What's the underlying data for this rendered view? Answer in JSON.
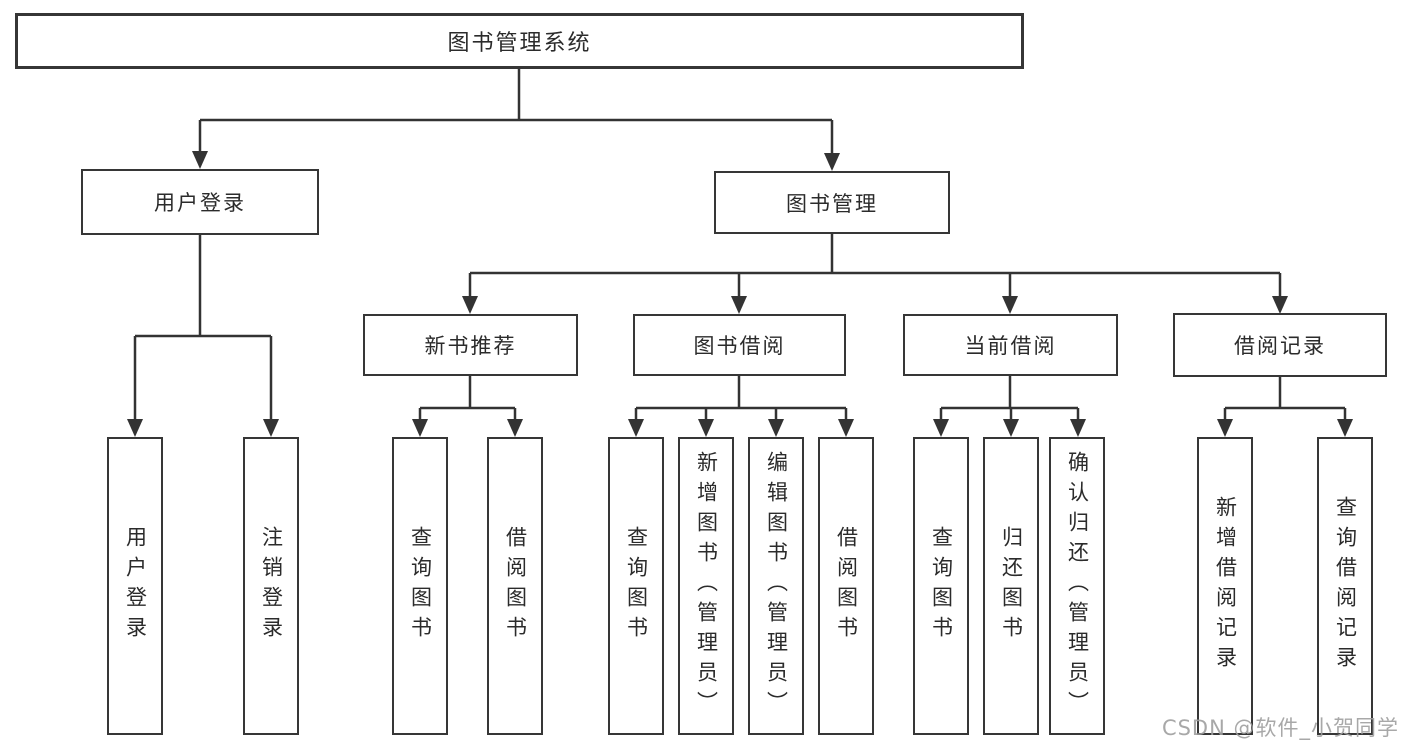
{
  "canvas": {
    "background": "#ffffff",
    "line_color": "#333333",
    "box_border_color": "#363636",
    "box_fill": "#ffffff",
    "text_color": "#2b2b2b"
  },
  "watermark": {
    "text": "CSDN @软件_小贺同学",
    "color": "#9e9e9e"
  },
  "tree": {
    "label": "图书管理系统",
    "children": [
      {
        "label": "用户登录",
        "children": [
          {
            "label": "用户登录"
          },
          {
            "label": "注销登录"
          }
        ]
      },
      {
        "label": "图书管理",
        "children": [
          {
            "label": "新书推荐",
            "children": [
              {
                "label": "查询图书"
              },
              {
                "label": "借阅图书"
              }
            ]
          },
          {
            "label": "图书借阅",
            "children": [
              {
                "label": "查询图书"
              },
              {
                "label": "新增图书（管理员）"
              },
              {
                "label": "编辑图书（管理员）"
              },
              {
                "label": "借阅图书"
              }
            ]
          },
          {
            "label": "当前借阅",
            "children": [
              {
                "label": "查询图书"
              },
              {
                "label": "归还图书"
              },
              {
                "label": "确认归还（管理员）"
              }
            ]
          },
          {
            "label": "借阅记录",
            "children": [
              {
                "label": "新增借阅记录"
              },
              {
                "label": "查询借阅记录"
              }
            ]
          }
        ]
      }
    ]
  }
}
